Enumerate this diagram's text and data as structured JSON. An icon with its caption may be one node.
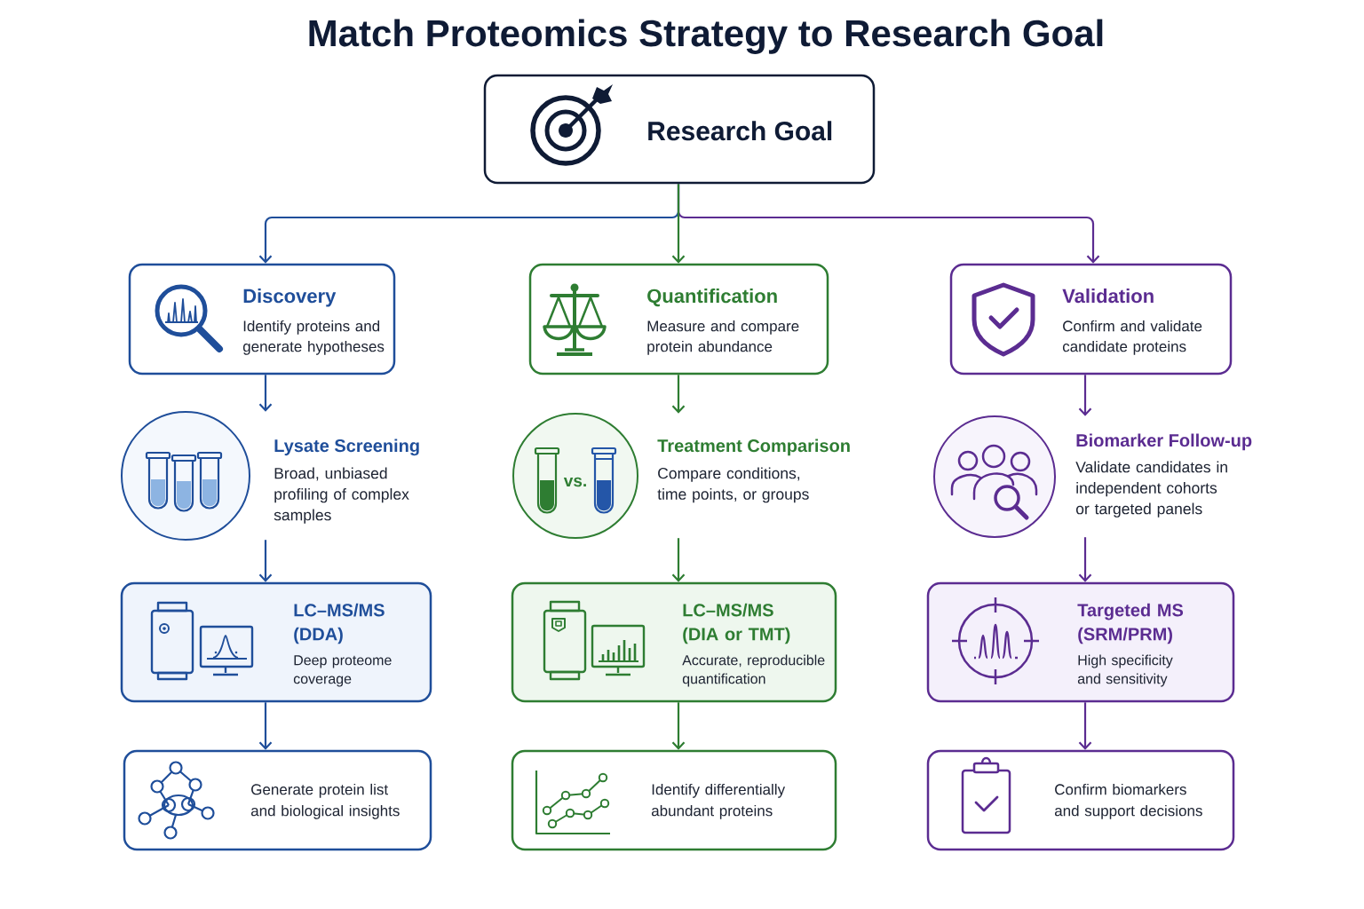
{
  "diagram": {
    "title": "Match Proteomics Strategy to Research Goal",
    "nodes": [
      {
        "text": [
          "Research Goal"
        ]
      },
      {
        "text": [
          "Discovery",
          "Identify proteins and generate hypotheses"
        ]
      },
      {
        "text": [
          "Quantification",
          "Measure and compare protein abundance"
        ]
      },
      {
        "text": [
          "Validation",
          "Confirm and validate candidate proteins"
        ]
      },
      {
        "text": [
          "Lysate Screening",
          "Broad, unbiased profiling of complex samples"
        ]
      },
      {
        "text": [
          "Treatment Comparison",
          "Compare conditions, time points, or groups"
        ]
      },
      {
        "text": [
          "Biomarker Follow-up",
          "Validate candidates in independent cohorts or targeted panels"
        ]
      },
      {
        "text": [
          "LC–MS/MS (DDA)",
          "Deep proteome coverage"
        ]
      },
      {
        "text": [
          "LC–MS/MS (DIA or TMT)",
          "Accurate, reproducible quantification"
        ]
      },
      {
        "text": [
          "Targeted MS (SRM/PRM)",
          "High specificity and sensitivity"
        ]
      },
      {
        "text": [
          "Generate protein list and biological insights"
        ]
      },
      {
        "text": [
          "Identify differentially abundant proteins"
        ]
      },
      {
        "text": [
          "Confirm biomarkers and support decisions"
        ]
      }
    ],
    "edges": [
      {
        "from": 0,
        "to": 1,
        "arrow": "to",
        "color": "#1f4e9a"
      },
      {
        "from": 0,
        "to": 3,
        "arrow": "to",
        "color": "#5b2c91"
      },
      {
        "from": 0,
        "to": 2,
        "arrow": "to",
        "color": "#2e7d32"
      },
      {
        "from": 1,
        "to": 4,
        "arrow": "to",
        "color": "#1f4e9a"
      },
      {
        "from": 2,
        "to": 5,
        "arrow": "to",
        "color": "#2e7d32"
      },
      {
        "from": 3,
        "to": 6,
        "arrow": "to",
        "color": "#5b2c91"
      },
      {
        "from": 4,
        "to": 7,
        "arrow": "to",
        "color": "#1f4e9a"
      },
      {
        "from": 5,
        "to": 8,
        "arrow": "to",
        "color": "#2e7d32"
      },
      {
        "from": 6,
        "to": 9,
        "arrow": "to",
        "color": "#5b2c91"
      },
      {
        "from": 7,
        "to": 10,
        "arrow": "to",
        "color": "#1f4e9a"
      },
      {
        "from": 8,
        "to": 11,
        "arrow": "to",
        "color": "#2e7d32"
      },
      {
        "from": 9,
        "to": 12,
        "arrow": "to",
        "color": "#5b2c91"
      }
    ],
    "labels": [
      "vs."
    ]
  }
}
